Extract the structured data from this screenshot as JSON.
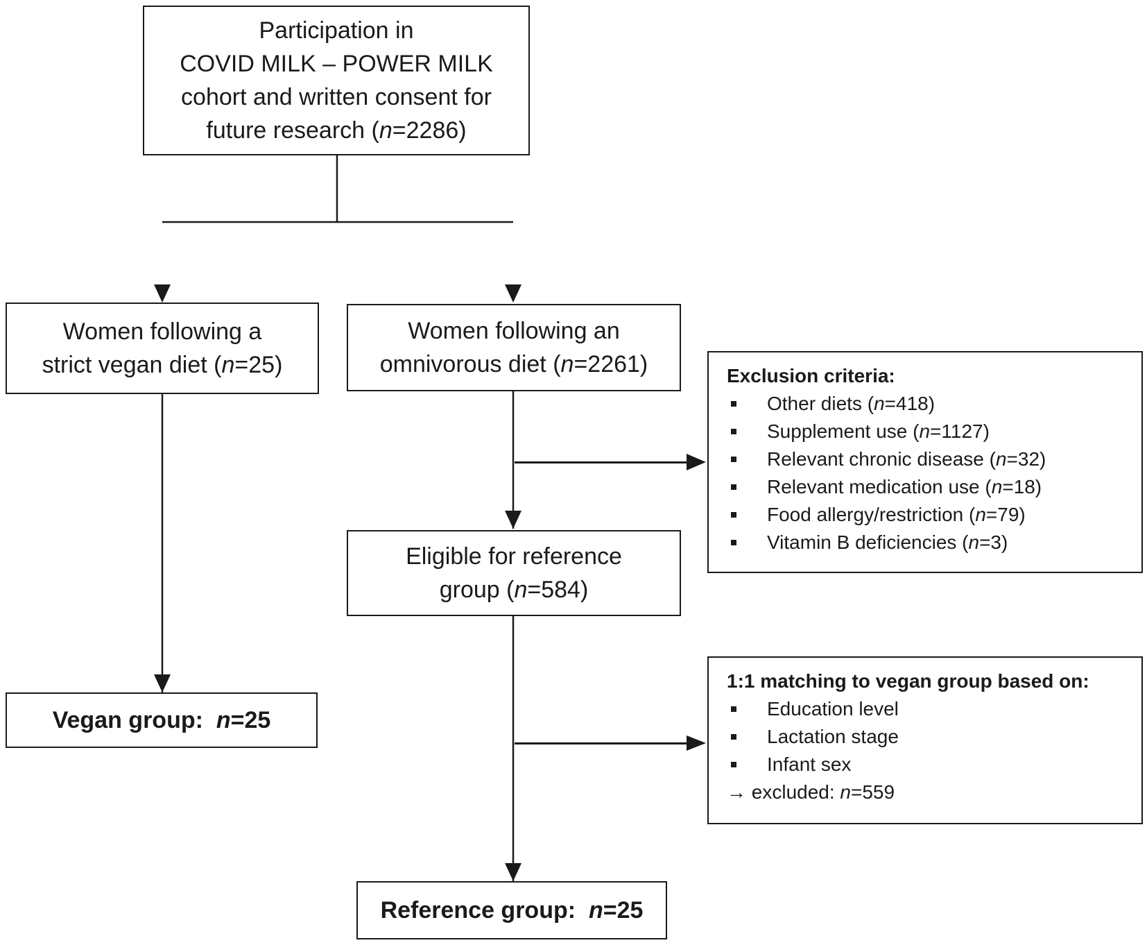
{
  "start_box": {
    "line1": "Participation in",
    "line2": "COVID MILK – POWER MILK",
    "line3": "cohort and written consent for",
    "line4_text": "future research (",
    "n_symbol": "n",
    "line4_value": "=2286)"
  },
  "vegan_diet_box": {
    "line1": "Women following a",
    "line2_text": "strict vegan diet (",
    "n_symbol": "n",
    "line2_value": "=25)"
  },
  "omnivorous_diet_box": {
    "line1": "Women following an",
    "line2_text": "omnivorous diet (",
    "n_symbol": "n",
    "line2_value": "=2261)"
  },
  "exclusion_box": {
    "title": "Exclusion criteria:",
    "n_symbol": "n",
    "items": [
      {
        "label": "Other diets (",
        "value": "=418)"
      },
      {
        "label": "Supplement use (",
        "value": "=1127)"
      },
      {
        "label": "Relevant chronic disease (",
        "value": "=32)"
      },
      {
        "label": "Relevant medication use (",
        "value": "=18)"
      },
      {
        "label": "Food allergy/restriction (",
        "value": "=79)"
      },
      {
        "label": "Vitamin B deficiencies (",
        "value": "=3)"
      }
    ]
  },
  "eligible_box": {
    "line1": "Eligible for reference",
    "line2_text": "group (",
    "n_symbol": "n",
    "line2_value": "=584)"
  },
  "matching_box": {
    "title": "1:1 matching to vegan group based on:",
    "items": [
      "Education level",
      "Lactation stage",
      "Infant sex"
    ],
    "excluded_arrow": "→",
    "excluded_label": " excluded: ",
    "n_symbol": "n",
    "excluded_value": "=559"
  },
  "vegan_group_box": {
    "label": "Vegan group:  ",
    "n_symbol": "n",
    "value": "=25"
  },
  "reference_group_box": {
    "label": "Reference group:  ",
    "n_symbol": "n",
    "value": "=25"
  },
  "colors": {
    "line": "#1a1a1a",
    "background": "#ffffff"
  }
}
